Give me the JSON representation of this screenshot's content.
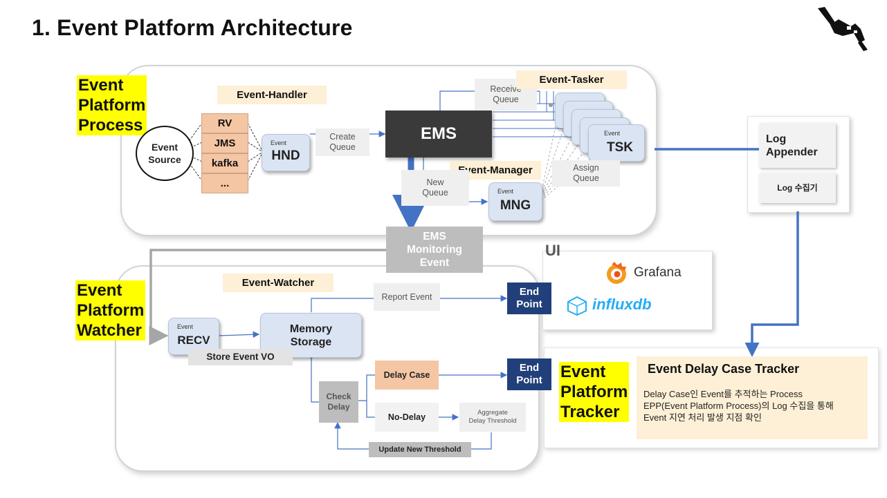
{
  "title": "1. Event Platform Architecture",
  "process": {
    "label_lines": [
      "Event",
      "Platform",
      "Process"
    ],
    "event_handler": "Event-Handler",
    "event_source": [
      "Event",
      "Source"
    ],
    "queues": [
      "RV",
      "JMS",
      "kafka",
      "..."
    ],
    "hnd": {
      "small": "Event",
      "big": "HND"
    },
    "create_queue": [
      "Create",
      "Queue"
    ],
    "ems": "EMS",
    "receive_queue": [
      "Receive",
      "Queue"
    ],
    "event_tasker": "Event-Tasker",
    "tsk": {
      "small": "Event",
      "big": "TSK"
    },
    "event_manager": "Event-Manager",
    "new_queue": [
      "New",
      "Queue"
    ],
    "mng": {
      "small": "Event",
      "big": "MNG"
    },
    "assign_queue": [
      "Assign",
      "Queue"
    ]
  },
  "log": {
    "appender": [
      "Log",
      "Appender"
    ],
    "collector": "Log 수집기"
  },
  "monitoring": [
    "EMS",
    "Monitoring",
    "Event"
  ],
  "ui": {
    "label": "UI",
    "grafana": "Grafana",
    "influxdb": "influxdb"
  },
  "watcher": {
    "label_lines": [
      "Event",
      "Platform",
      "Watcher"
    ],
    "event_watcher": "Event-Watcher",
    "recv": {
      "small": "Event",
      "big": "RECV"
    },
    "memory_storage": [
      "Memory",
      "Storage"
    ],
    "store_event_vo": "Store Event VO",
    "report_event": "Report Event",
    "end_point": [
      "End",
      "Point"
    ],
    "delay_case": "Delay Case",
    "check_delay": [
      "Check",
      "Delay"
    ],
    "no_delay": "No-Delay",
    "aggregate": [
      "Aggregate",
      "Delay Threshold"
    ],
    "update_threshold": "Update New Threshold"
  },
  "tracker": {
    "label_lines": [
      "Event",
      "Platform",
      "Tracker"
    ],
    "heading": "Event Delay Case Tracker",
    "desc": [
      "Delay Case인 Event를 추적하는 Process",
      "EPP(Event Platform Process)의 Log 수집을 통해",
      "Event 지연 처리 발생 지점 확인"
    ]
  },
  "colors": {
    "highlight": "#ffff00",
    "node_fill": "#dbe4f2",
    "ems_fill": "#3a3a3a",
    "end_point": "#213f7a",
    "arrow_blue": "#4472c4",
    "peach_label": "#fdf0d6",
    "queue_cell": "#f5c6a3",
    "delay_case": "#f5c6a3"
  }
}
